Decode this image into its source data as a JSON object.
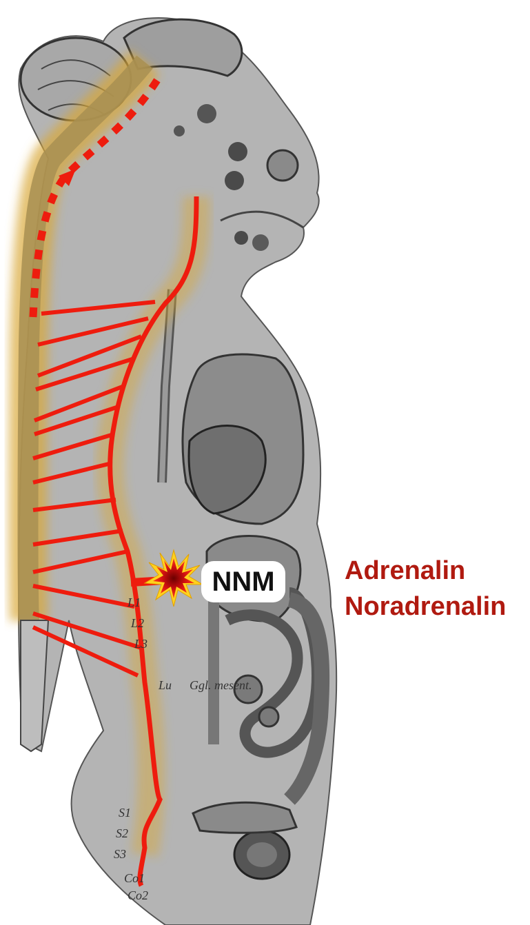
{
  "figure": {
    "gland_label": "NNM",
    "hormones": [
      "Adrenalin",
      "Noradrenalin"
    ],
    "segment_labels": [
      "L1",
      "L2",
      "L3",
      "Lu",
      "S1",
      "S2",
      "S3",
      "Co1",
      "Co2"
    ],
    "ganglion_label": "Ggl. mesent."
  },
  "colors": {
    "nerve_red": "#ee1c0e",
    "glow": "#d9a838",
    "body_gray": "#b4b4b4",
    "hormone_text": "#b01a10"
  },
  "icons": {
    "burst": "starburst-icon"
  }
}
